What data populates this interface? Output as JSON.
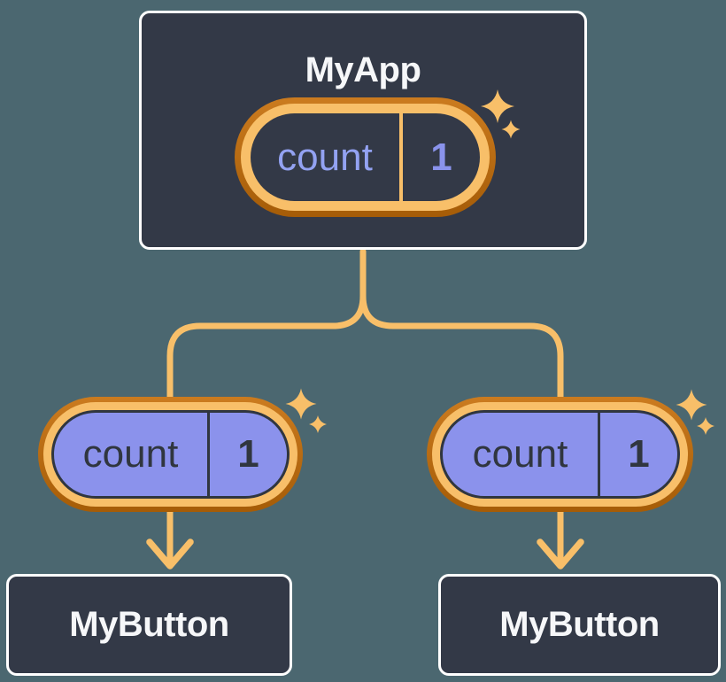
{
  "diagram": {
    "root": {
      "title": "MyApp",
      "state": {
        "name": "count",
        "value": "1"
      }
    },
    "children": [
      {
        "title": "MyButton",
        "prop": {
          "name": "count",
          "value": "1"
        }
      },
      {
        "title": "MyButton",
        "prop": {
          "name": "count",
          "value": "1"
        }
      }
    ]
  },
  "icons": {
    "sparkle": "four-point-star-sparkle",
    "arrow": "downward-arrowhead"
  },
  "colors": {
    "background": "#4b6770",
    "box_fill": "#333947",
    "box_border": "#ffffff",
    "title_text": "#f6f7f9",
    "pill_fill_purple": "#8b92ec",
    "pill_text_dark": "#30363f",
    "pill_text_periwinkle": "#93a2f2",
    "pill_value_periwinkle": "#8a93ec",
    "ring_light": "#f8bf69",
    "ring_dark_top": "#cb7b1f",
    "ring_dark_bottom": "#a55c07",
    "connector": "#f8bf69"
  }
}
